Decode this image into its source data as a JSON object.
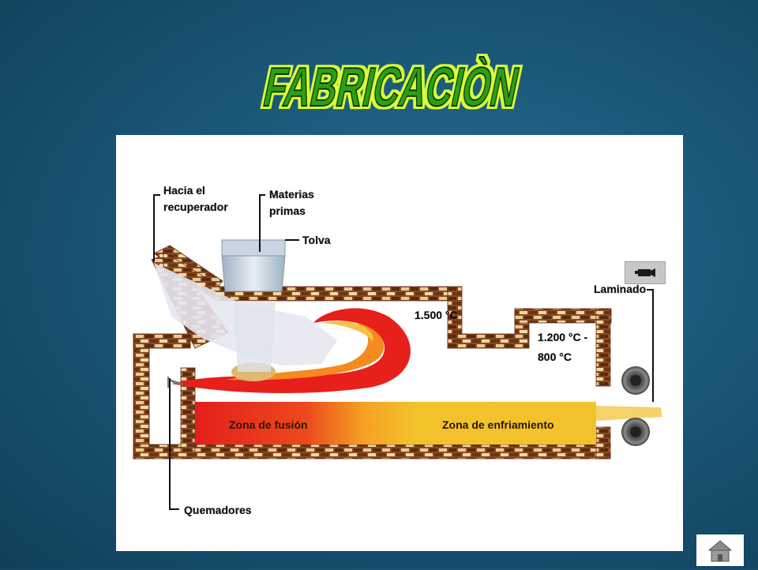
{
  "slide": {
    "title": "FABRICACIÒN"
  },
  "diagram": {
    "labels": {
      "recuperador_1": "Hacia el",
      "recuperador_2": "recuperador",
      "materias_1": "Materias",
      "materias_2": "primas",
      "tolva": "Tolva",
      "laminado": "Laminado",
      "temp_fusion": "1.500 °C",
      "temp_enfriamiento_1": "1.200 °C -",
      "temp_enfriamiento_2": "800 °C",
      "zona_fusion": "Zona de fusión",
      "zona_enfriamiento": "Zona de enfriamiento",
      "quemadores": "Quemadores"
    }
  },
  "controls": {
    "camera_icon": "video-camera-icon",
    "home_icon": "home-icon"
  },
  "colors": {
    "title_fill": "#2aa012",
    "title_glow": "#d8ff3a",
    "brick_dark": "#7a3b18",
    "brick_light": "#e8c890",
    "flame_red": "#e8201c",
    "flame_orange": "#f58a1f",
    "zone_yellow": "#f2c22c"
  }
}
